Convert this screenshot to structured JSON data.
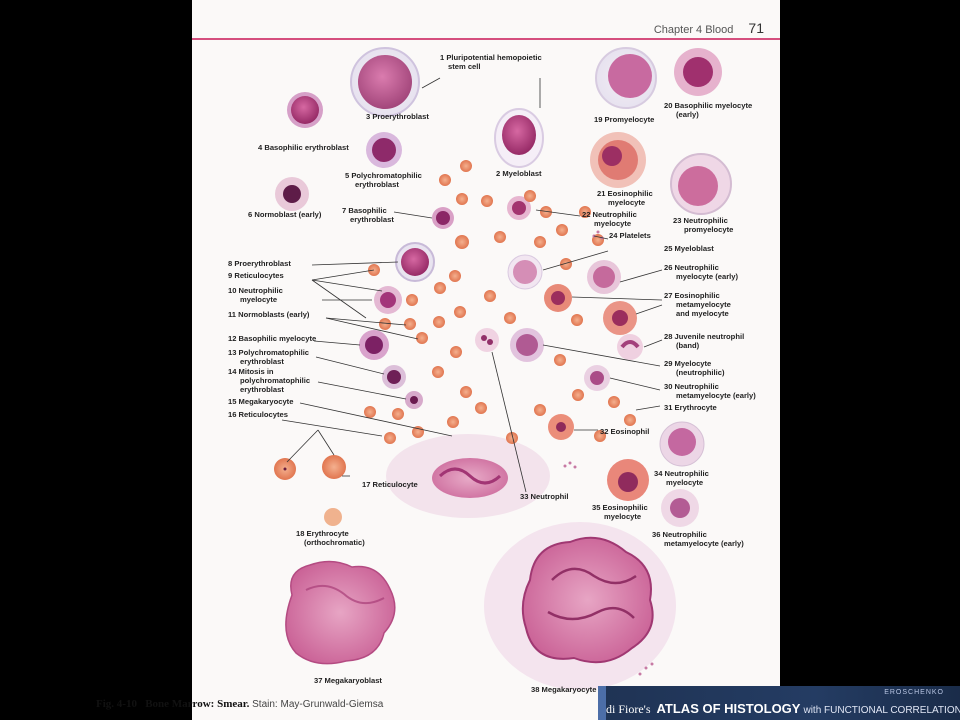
{
  "header": {
    "chapter": "Chapter 4",
    "section": "Blood",
    "page_number": "71"
  },
  "figure": {
    "number": "Fig. 4-10",
    "title": "Bone Marrow: Smear.",
    "stain": "Stain: May-Grunwald-Giemsa"
  },
  "labels": {
    "l1a": "1 Pluripotential hemopoietic",
    "l1b": "stem cell",
    "l2": "2 Myeloblast",
    "l3": "3 Proerythroblast",
    "l4": "4 Basophilic erythroblast",
    "l5a": "5 Polychromatophilic",
    "l5b": "erythroblast",
    "l6": "6 Normoblast (early)",
    "l7a": "7 Basophilic",
    "l7b": "erythroblast",
    "l8": "8 Proerythroblast",
    "l9": "9 Reticulocytes",
    "l10a": "10 Neutrophilic",
    "l10b": "myelocyte",
    "l11": "11 Normoblasts (early)",
    "l12": "12 Basophilic myelocyte",
    "l13a": "13 Polychromatophilic",
    "l13b": "erythroblast",
    "l14a": "14 Mitosis in",
    "l14b": "polychromatophilic",
    "l14c": "erythroblast",
    "l15": "15 Megakaryocyte",
    "l16": "16 Reticulocytes",
    "l17": "17 Reticulocyte",
    "l18a": "18 Erythrocyte",
    "l18b": "(orthochromatic)",
    "l19": "19 Promyelocyte",
    "l20a": "20 Basophilic myelocyte",
    "l20b": "(early)",
    "l21a": "21 Eosinophilic",
    "l21b": "myelocyte",
    "l22a": "22 Neutrophilic",
    "l22b": "myelocyte",
    "l23a": "23 Neutrophilic",
    "l23b": "promyelocyte",
    "l24": "24 Platelets",
    "l25": "25 Myeloblast",
    "l26a": "26 Neutrophilic",
    "l26b": "myelocyte (early)",
    "l27a": "27 Eosinophilic",
    "l27b": "metamyelocyte",
    "l27c": "and myelocyte",
    "l28a": "28 Juvenile neutrophil",
    "l28b": "(band)",
    "l29a": "29 Myelocyte",
    "l29b": "(neutrophilic)",
    "l30a": "30 Neutrophilic",
    "l30b": "metamyelocyte (early)",
    "l31": "31 Erythrocyte",
    "l32": "32 Eosinophil",
    "l33": "33 Neutrophil",
    "l34a": "34 Neutrophilic",
    "l34b": "myelocyte",
    "l35a": "35 Eosinophilic",
    "l35b": "myelocyte",
    "l36a": "36 Neutrophilic",
    "l36b": "metamyelocyte (early)",
    "l37": "37 Megakaryoblast",
    "l38": "38 Megakaryocyte"
  },
  "banner": {
    "author": "EROSCHENKO",
    "prefix": "di Fiore's",
    "title": "ATLAS OF HISTOLOGY",
    "suffix": "with FUNCTIONAL CORRELATIONS"
  },
  "colors": {
    "accent_rule": "#d54f7e",
    "erythrocyte": "#e8825c",
    "nucleus": "#b03a78",
    "cytoplasm": "#f1c6d8",
    "banner": "#1f3354"
  }
}
